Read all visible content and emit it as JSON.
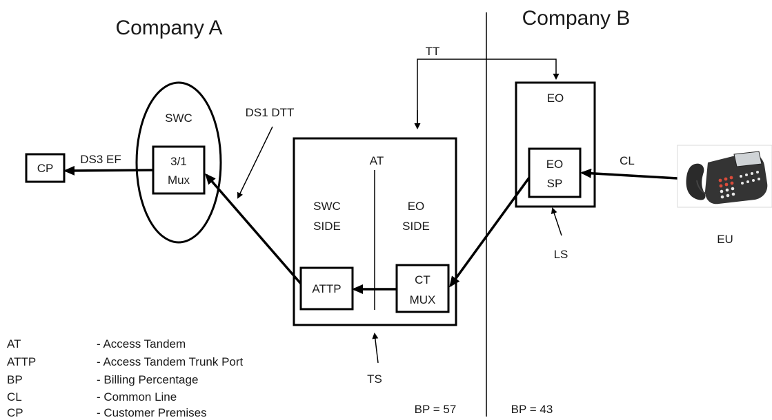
{
  "headings": {
    "company_a": "Company A",
    "company_b": "Company B"
  },
  "nodes": {
    "cp": "CP",
    "swc_oval": "SWC",
    "mux_line1": "3/1",
    "mux_line2": "Mux",
    "at": "AT",
    "swc_side_line1": "SWC",
    "swc_side_line2": "SIDE",
    "eo_side_line1": "EO",
    "eo_side_line2": "SIDE",
    "attp": "ATTP",
    "ct_line1": "CT",
    "ct_line2": "MUX",
    "eo": "EO",
    "eo_sp_line1": "EO",
    "eo_sp_line2": "SP",
    "eu": "EU"
  },
  "labels": {
    "ds3_ef": "DS3 EF",
    "ds1_dtt": "DS1 DTT",
    "tt": "TT",
    "cl": "CL",
    "ls": "LS",
    "ts": "TS"
  },
  "billing": {
    "left": "BP = 57",
    "right": "BP = 43"
  },
  "legend": [
    {
      "abbr": "AT",
      "def": "- Access Tandem"
    },
    {
      "abbr": "ATTP",
      "def": "- Access Tandem Trunk Port"
    },
    {
      "abbr": "BP",
      "def": "- Billing Percentage"
    },
    {
      "abbr": "CL",
      "def": "- Common Line"
    },
    {
      "abbr": "CP",
      "def": "- Customer Premises"
    }
  ],
  "icons": {
    "phone": "telephone-icon"
  }
}
